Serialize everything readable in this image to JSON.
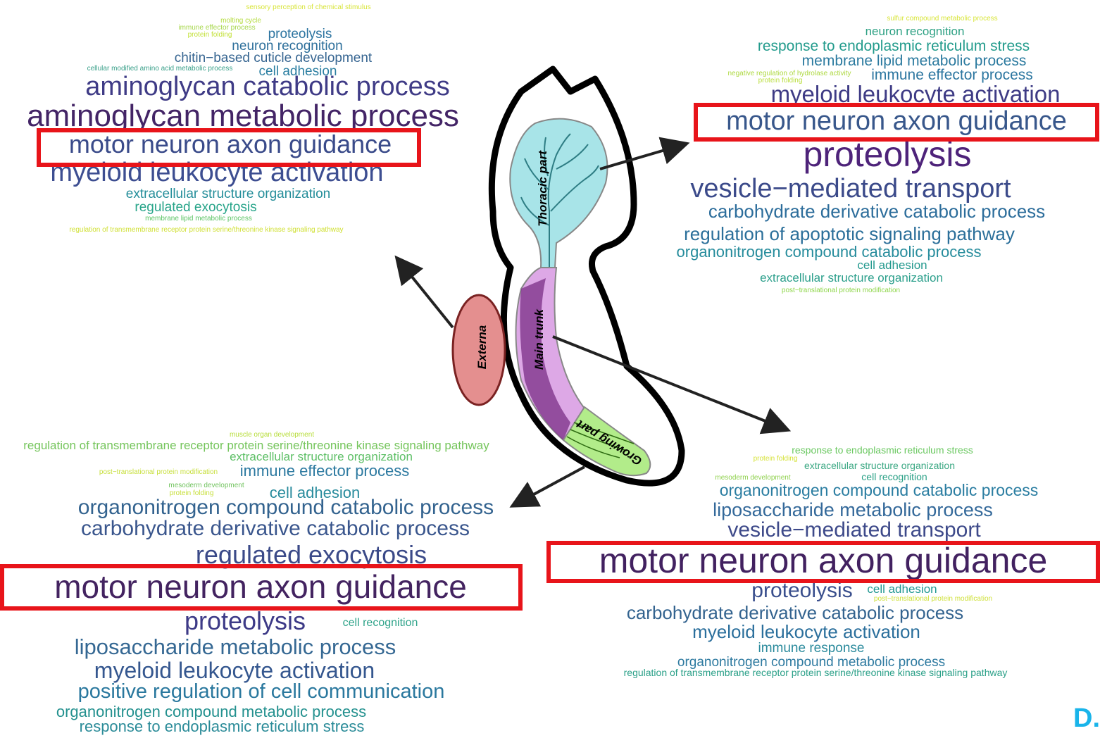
{
  "colors": {
    "highlight": "#e8141a",
    "arrow": "#222222",
    "outline": "#000000",
    "thoracic_fill": "#a8e4e8",
    "externa_fill": "#e48f8f",
    "main_trunk_fill": "#dda8e6",
    "growing_fill": "#b2ec8a",
    "panel_letter": "#19b4ea"
  },
  "diagram": {
    "labels": {
      "thoracic": "Thoracic part",
      "main_trunk": "Main trunk",
      "growing": "Growing part",
      "externa": "Externa"
    }
  },
  "panel_letter": "D.",
  "clouds": {
    "top_left": {
      "highlight": "motor neuron axon guidance",
      "words": [
        {
          "text": "sensory perception of chemical stimulus",
          "color": "#d8e53a"
        },
        {
          "text": "molting cycle",
          "color": "#b5dc40"
        },
        {
          "text": "immune effector process",
          "color": "#a7d74c"
        },
        {
          "text": "protein folding",
          "color": "#c3e13a"
        },
        {
          "text": "proteolysis",
          "color": "#2c74a0"
        },
        {
          "text": "neuron recognition",
          "color": "#2d6f9b"
        },
        {
          "text": "chitin−based cuticle development",
          "color": "#366591"
        },
        {
          "text": "cellular modified amino acid metabolic process",
          "color": "#3aa08a"
        },
        {
          "text": "cell adhesion",
          "color": "#2a7ea1"
        },
        {
          "text": "aminoglycan catabolic process",
          "color": "#3f3b86"
        },
        {
          "text": "aminoglycan metabolic process",
          "color": "#432466"
        },
        {
          "text": "motor neuron axon guidance",
          "color": "#3a4b8a"
        },
        {
          "text": "myeloid leukocyte activation",
          "color": "#3d4e91"
        },
        {
          "text": "extracellular structure organization",
          "color": "#258e9a"
        },
        {
          "text": "regulated exocytosis",
          "color": "#27a489"
        },
        {
          "text": "membrane lipid metabolic process",
          "color": "#5cc465"
        },
        {
          "text": "regulation of transmembrane receptor protein serine/threonine kinase signaling pathway",
          "color": "#d0e035"
        }
      ]
    },
    "top_right": {
      "highlight": "motor neuron axon guidance",
      "words": [
        {
          "text": "sulfur compound metabolic process",
          "color": "#d8e53a"
        },
        {
          "text": "neuron recognition",
          "color": "#2ea184"
        },
        {
          "text": "response to endoplasmic reticulum stress",
          "color": "#229b8c"
        },
        {
          "text": "membrane lipid metabolic process",
          "color": "#2b7a9f"
        },
        {
          "text": "negative regulation of hydrolase activity",
          "color": "#aed941"
        },
        {
          "text": "protein folding",
          "color": "#b9de3c"
        },
        {
          "text": "immune effector process",
          "color": "#2c76a0"
        },
        {
          "text": "myeloid leukocyte activation",
          "color": "#3e3b85"
        },
        {
          "text": "motor neuron axon guidance",
          "color": "#38578b"
        },
        {
          "text": "proteolysis",
          "color": "#4e237a"
        },
        {
          "text": "vesicle−mediated transport",
          "color": "#3b4a8a"
        },
        {
          "text": "carbohydrate derivative catabolic process",
          "color": "#2c6d9b"
        },
        {
          "text": "regulation of apoptotic signaling pathway",
          "color": "#2b6f9a"
        },
        {
          "text": "organonitrogen compound catabolic process",
          "color": "#268c9c"
        },
        {
          "text": "cell adhesion",
          "color": "#23998e"
        },
        {
          "text": "extracellular structure organization",
          "color": "#2b9f8b"
        },
        {
          "text": "post−translational protein modification",
          "color": "#8fd64b"
        }
      ]
    },
    "bottom_left": {
      "highlight": "motor neuron axon guidance",
      "words": [
        {
          "text": "muscle organ development",
          "color": "#b7dd3a"
        },
        {
          "text": "regulation of transmembrane receptor protein serine/threonine kinase signaling pathway",
          "color": "#75c55c"
        },
        {
          "text": "extracellular structure organization",
          "color": "#5dbf66"
        },
        {
          "text": "post−translational protein modification",
          "color": "#c7df3a"
        },
        {
          "text": "immune effector process",
          "color": "#2c79a0"
        },
        {
          "text": "mesoderm development",
          "color": "#71c35e"
        },
        {
          "text": "protein folding",
          "color": "#c7df3a"
        },
        {
          "text": "cell adhesion",
          "color": "#2a8c9d"
        },
        {
          "text": "organonitrogen compound catabolic process",
          "color": "#33638f"
        },
        {
          "text": "carbohydrate derivative catabolic process",
          "color": "#3a568d"
        },
        {
          "text": "regulated exocytosis",
          "color": "#3b4a88"
        },
        {
          "text": "motor neuron axon guidance",
          "color": "#432360"
        },
        {
          "text": "proteolysis",
          "color": "#3d3a87"
        },
        {
          "text": "cell recognition",
          "color": "#2ea389"
        },
        {
          "text": "liposaccharide metabolic process",
          "color": "#356893"
        },
        {
          "text": "myeloid leukocyte activation",
          "color": "#35578f"
        },
        {
          "text": "positive regulation of cell communication",
          "color": "#2a789e"
        },
        {
          "text": "organonitrogen compound metabolic process",
          "color": "#24918f"
        },
        {
          "text": "response to endoplasmic reticulum stress",
          "color": "#2a8b98"
        }
      ]
    },
    "bottom_right": {
      "highlight": "motor neuron axon guidance",
      "words": [
        {
          "text": "response to endoplasmic reticulum stress",
          "color": "#6ac860"
        },
        {
          "text": "protein folding",
          "color": "#d5e236"
        },
        {
          "text": "extracellular structure organization",
          "color": "#3ba883"
        },
        {
          "text": "mesoderm development",
          "color": "#8fd14d"
        },
        {
          "text": "cell recognition",
          "color": "#2aa086"
        },
        {
          "text": "organonitrogen compound catabolic process",
          "color": "#2a7da1"
        },
        {
          "text": "liposaccharide metabolic process",
          "color": "#34699a"
        },
        {
          "text": "vesicle−mediated transport",
          "color": "#3e4a8a"
        },
        {
          "text": "motor neuron axon guidance",
          "color": "#422160"
        },
        {
          "text": "proteolysis",
          "color": "#3a4f8d"
        },
        {
          "text": "cell adhesion",
          "color": "#229892"
        },
        {
          "text": "post−translational protein modification",
          "color": "#cfe13b"
        },
        {
          "text": "carbohydrate derivative catabolic process",
          "color": "#33638f"
        },
        {
          "text": "myeloid leukocyte activation",
          "color": "#2b6f9c"
        },
        {
          "text": "immune response",
          "color": "#2a8a9c"
        },
        {
          "text": "organonitrogen compound metabolic process",
          "color": "#2e7aa0"
        },
        {
          "text": "regulation of transmembrane receptor protein serine/threonine kinase signaling pathway",
          "color": "#2ba088"
        }
      ]
    }
  }
}
